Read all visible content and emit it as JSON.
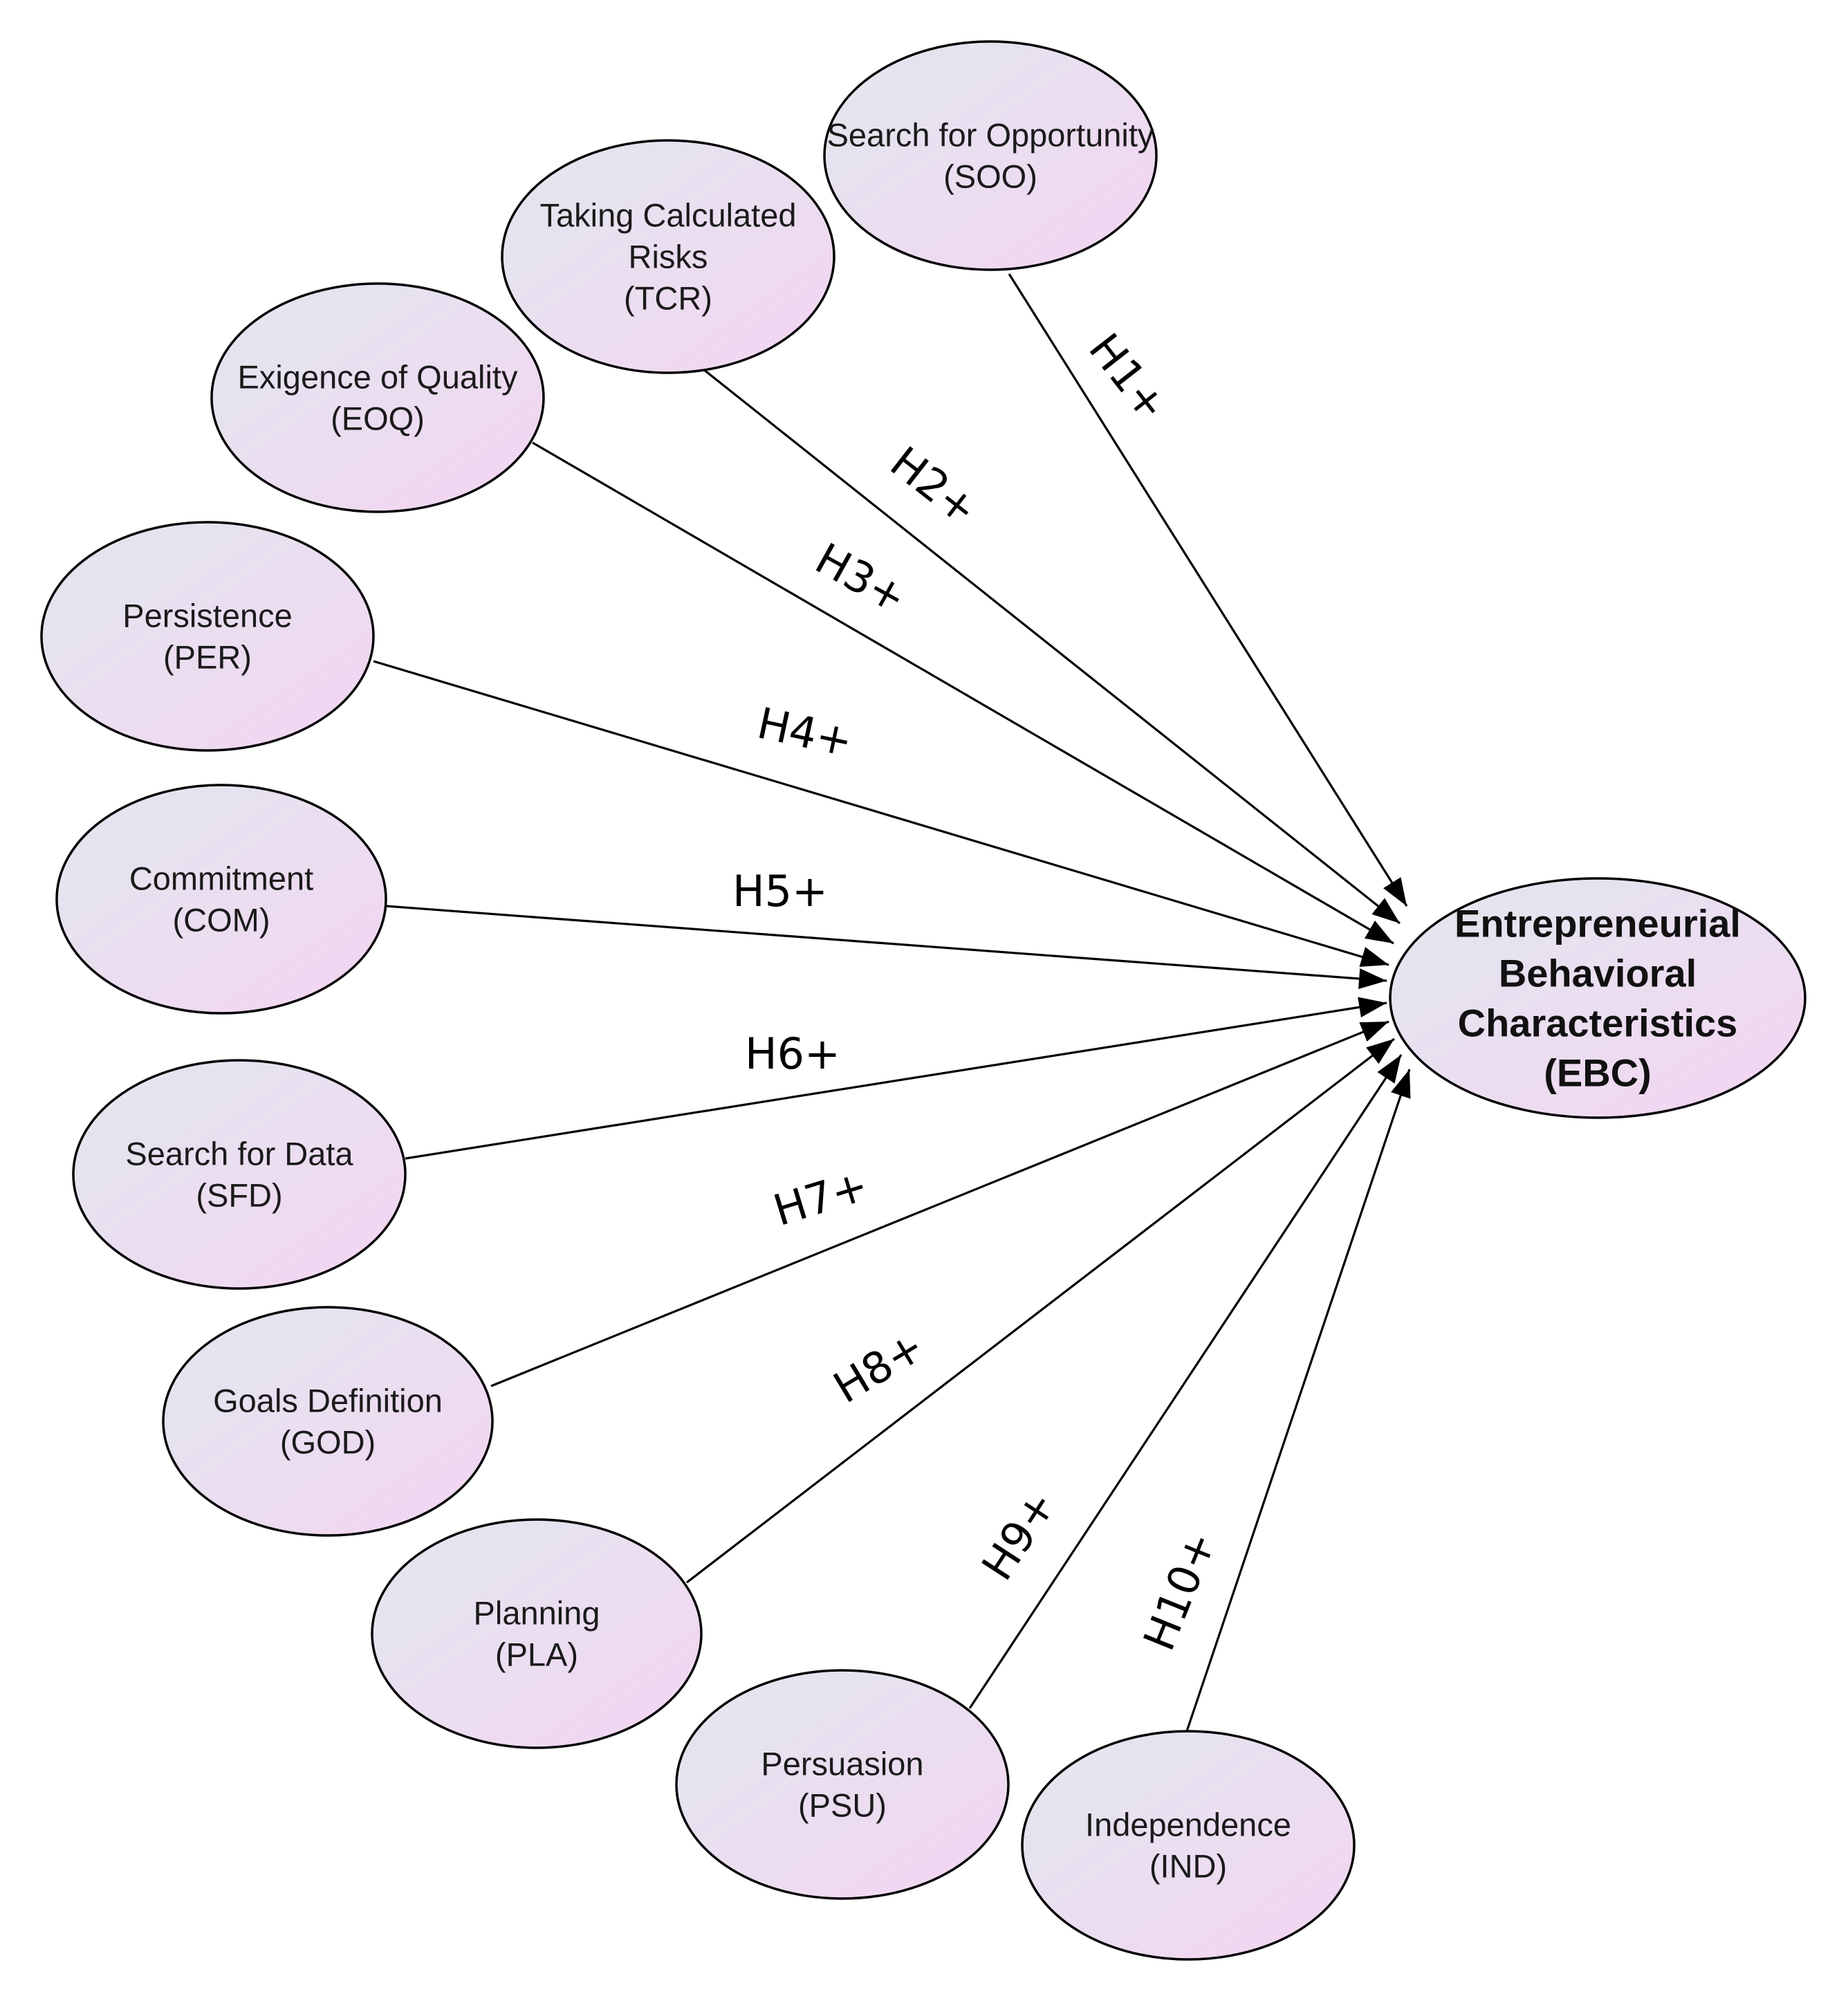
{
  "target": {
    "id": "EBC",
    "lines": [
      "Entrepreneurial",
      "Behavioral",
      "Characteristics",
      "(EBC)"
    ]
  },
  "nodes": [
    {
      "id": "SOO",
      "lines": [
        "Search for Opportunity",
        "(SOO)"
      ]
    },
    {
      "id": "TCR",
      "lines": [
        "Taking Calculated",
        "Risks",
        "(TCR)"
      ]
    },
    {
      "id": "EOQ",
      "lines": [
        "Exigence of Quality",
        "(EOQ)"
      ]
    },
    {
      "id": "PER",
      "lines": [
        "Persistence",
        "(PER)"
      ]
    },
    {
      "id": "COM",
      "lines": [
        "Commitment",
        "(COM)"
      ]
    },
    {
      "id": "SFD",
      "lines": [
        "Search for Data",
        "(SFD)"
      ]
    },
    {
      "id": "GOD",
      "lines": [
        "Goals Definition",
        "(GOD)"
      ]
    },
    {
      "id": "PLA",
      "lines": [
        "Planning",
        "(PLA)"
      ]
    },
    {
      "id": "PSU",
      "lines": [
        "Persuasion",
        "(PSU)"
      ]
    },
    {
      "id": "IND",
      "lines": [
        "Independence",
        "(IND)"
      ]
    }
  ],
  "edges": [
    {
      "from": "SOO",
      "to": "EBC",
      "label": "H1+"
    },
    {
      "from": "TCR",
      "to": "EBC",
      "label": "H2+"
    },
    {
      "from": "EOQ",
      "to": "EBC",
      "label": "H3+"
    },
    {
      "from": "PER",
      "to": "EBC",
      "label": "H4+"
    },
    {
      "from": "COM",
      "to": "EBC",
      "label": "H5+"
    },
    {
      "from": "SFD",
      "to": "EBC",
      "label": "H6+"
    },
    {
      "from": "GOD",
      "to": "EBC",
      "label": "H7+"
    },
    {
      "from": "PLA",
      "to": "EBC",
      "label": "H8+"
    },
    {
      "from": "PSU",
      "to": "EBC",
      "label": "H9+"
    },
    {
      "from": "IND",
      "to": "EBC",
      "label": "H10+"
    }
  ],
  "colors": {
    "node_fill_start": "#e3e6ee",
    "node_fill_end": "#f2d6f2",
    "stroke": "#000000",
    "text": "#1a1a1a"
  }
}
